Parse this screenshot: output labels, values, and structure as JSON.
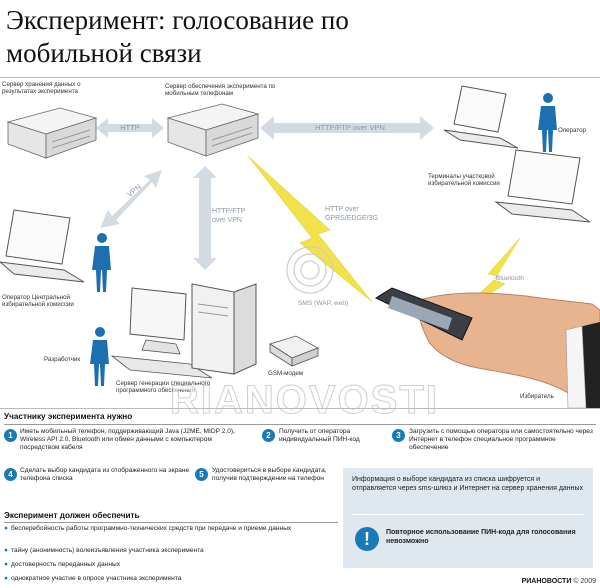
{
  "title": "Эксперимент: голосование по мобильной связи",
  "diagram": {
    "labels": {
      "storage_server": "Сервер хранения данных о результатах эксперимента",
      "support_server": "Сервер обеспечения эксперимента по мобильным телефонам",
      "operator": "Оператор",
      "precinct_terminals": "Терминалы участковой избирательной комиссии",
      "cec_operator": "Оператор Центральной избирательной комиссии",
      "developer": "Разработчик",
      "gen_server": "Сервер генерации специального программного обеспечения",
      "gsm_modem": "GSM-модем",
      "voter": "Избиратель"
    },
    "links": {
      "http": "HTTP",
      "http_ftp_vpn_top": "HTTP/FTP over VPN",
      "vpn": "VPN",
      "http_ftp_vpn_vertical": "HTTP/FTP over VPN",
      "http_gprs": "HTTP over GPRS/EDGE/3G",
      "sms": "SMS (WAP, web)",
      "bluetooth": "Bluetooth"
    },
    "watermark": "RIANOVOSTI"
  },
  "participant": {
    "heading": "Участнику эксперимента нужно",
    "steps": [
      {
        "num": "1",
        "text": "Иметь мобильный телефон, поддерживающий Java (J2ME, MIDP 2.0), Wireless API 2.0, Bluetooth или обмен данными с компьютером посредством кабеля"
      },
      {
        "num": "2",
        "text": "Получить от оператора индивидуальный ПИН-код"
      },
      {
        "num": "3",
        "text": "Загрузить с помощью оператора или самостоятельно через Интернет в телефон специальное программное обеспечение"
      },
      {
        "num": "4",
        "text": "Сделать выбор кандидата из отображенного на экране телефона списка"
      },
      {
        "num": "5",
        "text": "Удостовериться в выборе кандидата, получив подтверждение на телефон"
      }
    ]
  },
  "experiment": {
    "heading": "Эксперимент должен обеспечить",
    "bullets": [
      "бесперебойность работы программно-технических средств при передаче и приеме данных",
      "тайну (анонимность) волеизъявления участника эксперимента",
      "достоверность переданных данных",
      "однократное участие в опросе участника эксперимента"
    ]
  },
  "info": {
    "text": "Информация о выборе кандидата из списка шифруется и отправляется через sms-шлюз и Интернет на сервер хранения данных",
    "warning": "Повторное использование ПИН-кода для голосования невозможно",
    "warning_icon": "exclamation-icon"
  },
  "footer": {
    "brand": "РИАНОВОСТИ",
    "year": "© 2009"
  },
  "colors": {
    "accent_blue": "#1a7ab8",
    "person_blue": "#1d6fb0",
    "arrow_gray": "#d3dae2",
    "lightning_yellow": "#f1e14a",
    "info_bg": "#dfe7ef"
  }
}
